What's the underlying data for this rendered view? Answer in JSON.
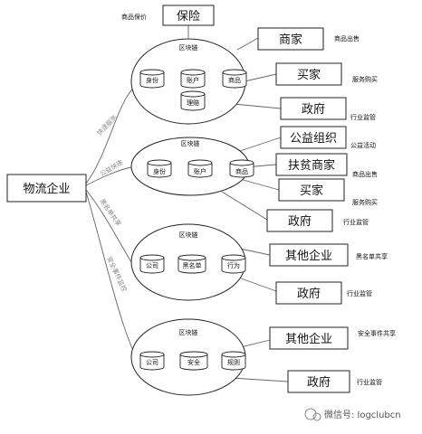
{
  "root": "物流企业",
  "top": {
    "caption": "商品保价",
    "box": "保险"
  },
  "branches": [
    "快递服务",
    "公益快递",
    "黑名单共享",
    "安全事件监控"
  ],
  "chain_label": "区块链",
  "groups": [
    {
      "cylinders": [
        "身份",
        "账户",
        "商品",
        "理赔"
      ],
      "targets": [
        {
          "box": "商家",
          "note": "商品出售"
        },
        {
          "box": "买家",
          "note": "服务购买"
        },
        {
          "box": "政府",
          "note": "行业监管"
        }
      ]
    },
    {
      "cylinders": [
        "身份",
        "账户",
        "商品"
      ],
      "targets": [
        {
          "box": "公益组织",
          "note": "公益活动"
        },
        {
          "box": "扶贫商家",
          "note": "商品出售"
        },
        {
          "box": "买家",
          "note": "服务购买"
        },
        {
          "box": "政府",
          "note": "行业监管"
        }
      ]
    },
    {
      "cylinders": [
        "公司",
        "黑名单",
        "行为"
      ],
      "targets": [
        {
          "box": "其他企业",
          "note": "黑名单共享"
        },
        {
          "box": "政府",
          "note": "行业监管"
        }
      ]
    },
    {
      "cylinders": [
        "公司",
        "安全",
        "规则"
      ],
      "targets": [
        {
          "box": "其他企业",
          "note": "安全事件共享"
        },
        {
          "box": "政府",
          "note": "行业监管"
        }
      ]
    }
  ],
  "watermark": "微信号: logclubcn"
}
